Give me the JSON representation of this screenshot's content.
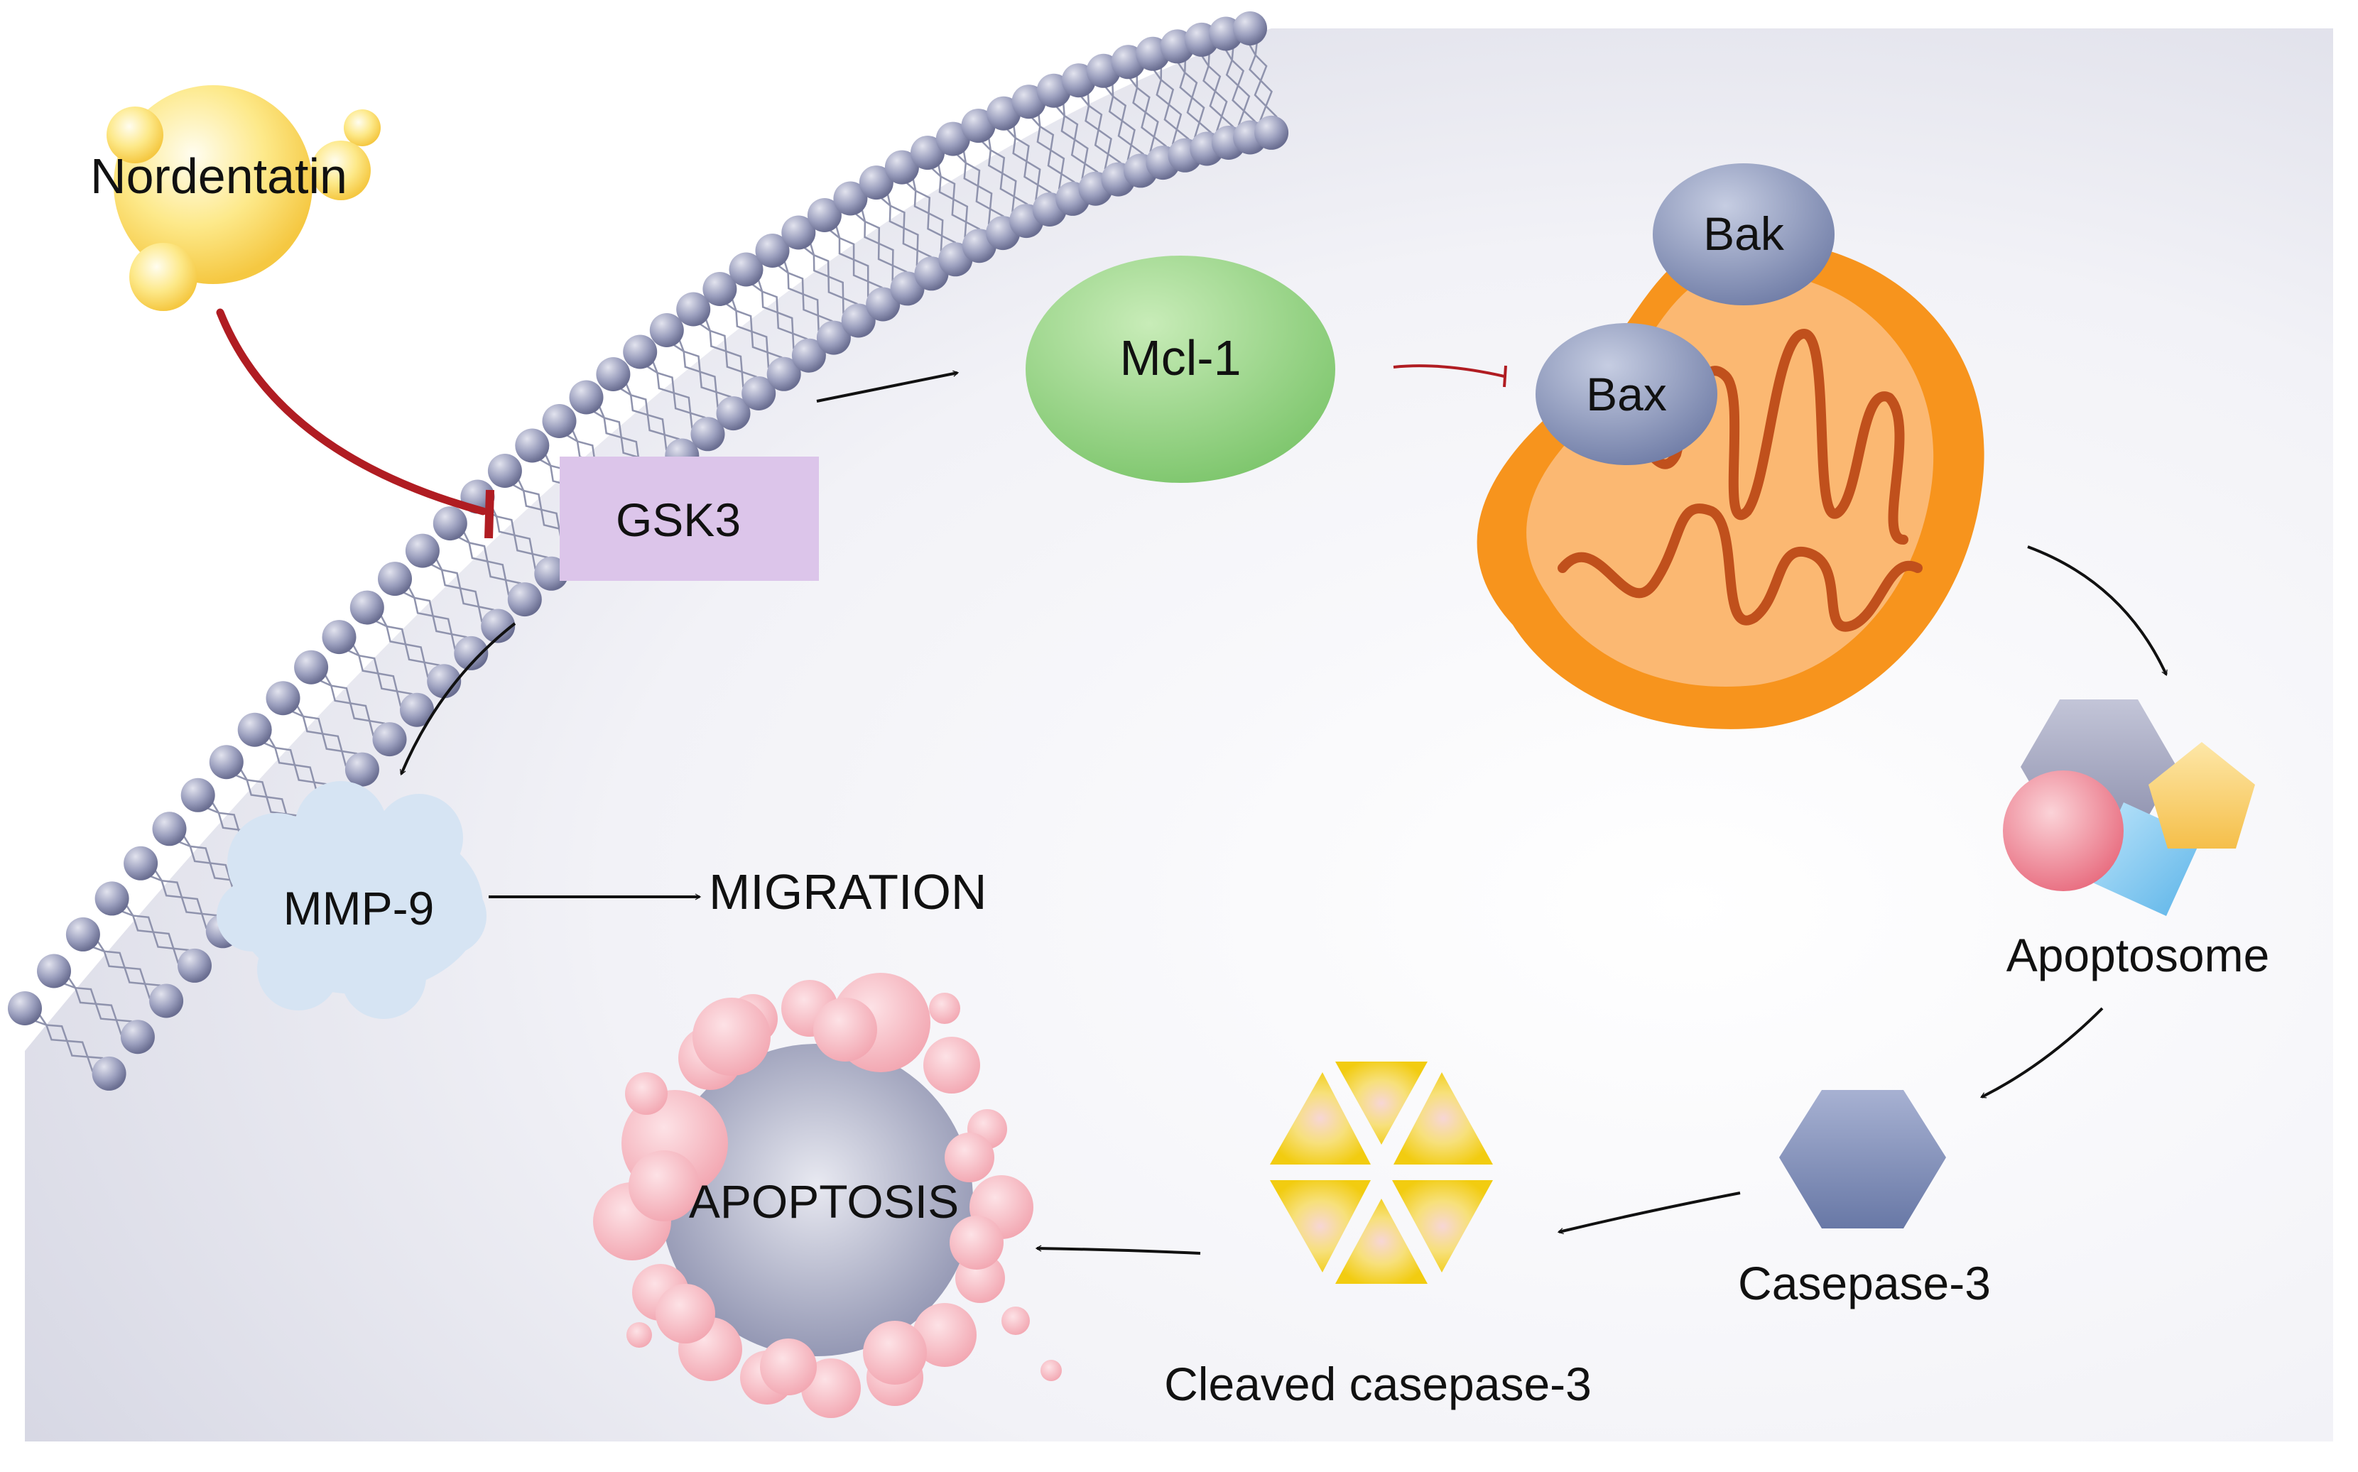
{
  "labels": {
    "nordentatin": "Nordentatin",
    "gsk3": "GSK3",
    "mcl1": "Mcl-1",
    "bak": "Bak",
    "bax": "Bax",
    "mmp9": "MMP-9",
    "migration": "MIGRATION",
    "apoptosome": "Apoptosome",
    "caspase3": "Casepase-3",
    "cleaved": "Cleaved casepase-3",
    "apoptosis": "APOPTOSIS"
  },
  "colors": {
    "inhibit": "#b01c22",
    "activate": "#111111",
    "membrane_head": "#8a8fb0",
    "gsk3_fill": "#dcc5ea",
    "mcl1_fill": "#8fd07f",
    "bak_bax_fill": "#8592b8",
    "mito_outer": "#f7941d",
    "mito_inner": "#fbb872",
    "mito_crista": "#c0501c",
    "mmp9_fill": "#d6e4f3",
    "caspase_fill": "#7d8ab5",
    "cleaved_fill": "#f2cc10",
    "apoptosis_bubble": "#f6b8c0",
    "apoptosis_core": "#8e92b0"
  },
  "icons": [
    "nordentatin-bubble-icon",
    "lipid-bilayer-icon",
    "mitochondrion-icon",
    "apoptosome-icon",
    "caspase-hexagon-icon",
    "cleaved-caspase-icon",
    "apoptotic-cell-icon"
  ]
}
